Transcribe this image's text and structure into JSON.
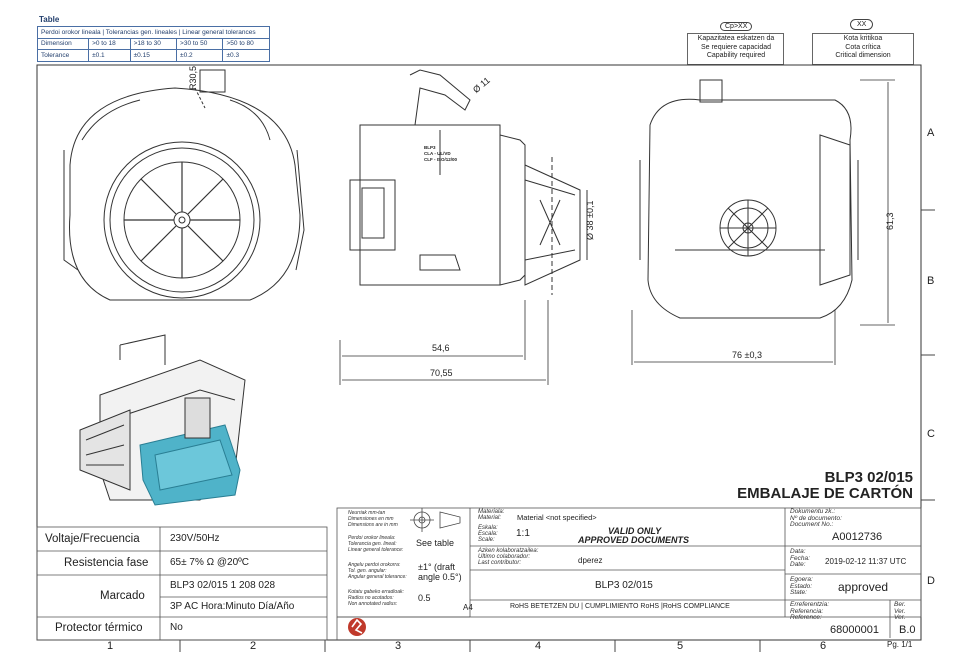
{
  "tolerance_table": {
    "title": "Table",
    "header": "Perdoi orokor lineala | Tolerancias gen. lineales | Linear general tolerances",
    "rows": [
      {
        "label": "Dimension",
        "cells": [
          ">0 to 18",
          ">18 to 30",
          ">30 to 50",
          ">50 to 80"
        ]
      },
      {
        "label": "Tolerance",
        "cells": [
          "±0.1",
          "±0.15",
          "±0.2",
          "±0.3"
        ]
      }
    ]
  },
  "capacity_box": {
    "symbol": "Cp>XX",
    "lines": [
      "Kapazitatea eskatzen da",
      "Se requiere capacidad",
      "Capability required"
    ]
  },
  "critical_box": {
    "symbol": "XX",
    "lines": [
      "Kota kritikoa",
      "Cota crítica",
      "Critical dimension"
    ]
  },
  "row_markers": [
    "A",
    "B",
    "C",
    "D"
  ],
  "column_markers": [
    "1",
    "2",
    "3",
    "4",
    "5",
    "6"
  ],
  "dimensions": {
    "radius": "R30,5",
    "diameter_small": "Ø 11",
    "diameter_38": "Ø 38 ±0,1",
    "width_54": "54,6",
    "width_70": "70,55",
    "width_76": "76 ±0,3",
    "height_61": "61,3"
  },
  "product_label": [
    "BLP3",
    "CLA - UL/VD",
    "CLF - ISO/12/00"
  ],
  "title_block": {
    "title": "BLP3 02/015",
    "subtitle": "EMBALAJE DE CARTÓN",
    "specs": [
      {
        "label": "Voltaje/Frecuencia",
        "value": "230V/50Hz"
      },
      {
        "label": "Resistencia fase",
        "value": "65± 7% Ω @20ºC"
      },
      {
        "label": "Marcado",
        "value": "BLP3 02/015 1 208 028",
        "value2": "3P AC Hora:Minuto Día/Año"
      },
      {
        "label": "Protector térmico",
        "value": "No"
      }
    ],
    "notes_left": [
      "Neurriak mm-tan",
      "Dimensiones en mm",
      "Dimensions are in mm"
    ],
    "tol_labels": [
      "Perdoi orokor lineala:",
      "Tolerancia gen. lineal:",
      "Linear general tolerance:"
    ],
    "see_table": "See table",
    "angle_labels": [
      "Angelu perdoi orokorra:",
      "Tol. gen. angular:",
      "Angular general tolerance:"
    ],
    "angle_value": "±1° (draft angle 0.5°)",
    "radius_labels": [
      "Kotatu gabeko erradioak:",
      "Radios no acotados:",
      "Non annotated radius:"
    ],
    "radius_value": "0.5",
    "sheet_size": "A4",
    "material_labels": [
      "Materiala:",
      "Material:",
      "Material:"
    ],
    "material_value": "Material <not specified>",
    "scale_labels": [
      "Eskala:",
      "Escala:",
      "Scale:"
    ],
    "scale_value": "1:1",
    "valid_only": "VALID ONLY",
    "approved_docs": "APPROVED DOCUMENTS",
    "contributor_labels": [
      "Azken kolaboratzailea:",
      "Ultimo colaborador:",
      "Last contributor:"
    ],
    "contributor_value": "dperez",
    "document_name": "BLP3 02/015",
    "rohs": "RoHS BETETZEN DU | CUMPLIMIENTO RoHS |RoHS COMPLIANCE",
    "doc_no_labels": [
      "Dokumentu zk.:",
      "Nº de documento:",
      "Document No.:"
    ],
    "doc_no_value": "A0012736",
    "date_labels": [
      "Data:",
      "Fecha:",
      "Date:"
    ],
    "date_value": "2019-02-12 11:37 UTC",
    "state_labels": [
      "Egoera:",
      "Estado:",
      "State:"
    ],
    "state_value": "approved",
    "ref_labels": [
      "Erreferentzia:",
      "Referencia:",
      "Reference:"
    ],
    "ref_value": "68000001",
    "ver_labels": [
      "Ber.",
      "Ver.",
      "Ver."
    ],
    "ver_value": "B.0",
    "page": "Pg. 1/1"
  },
  "colors": {
    "frame": "#444444",
    "table_blue": "#24406e",
    "cover_cyan": "#4fb3c9",
    "logo_red": "#c0392b"
  }
}
